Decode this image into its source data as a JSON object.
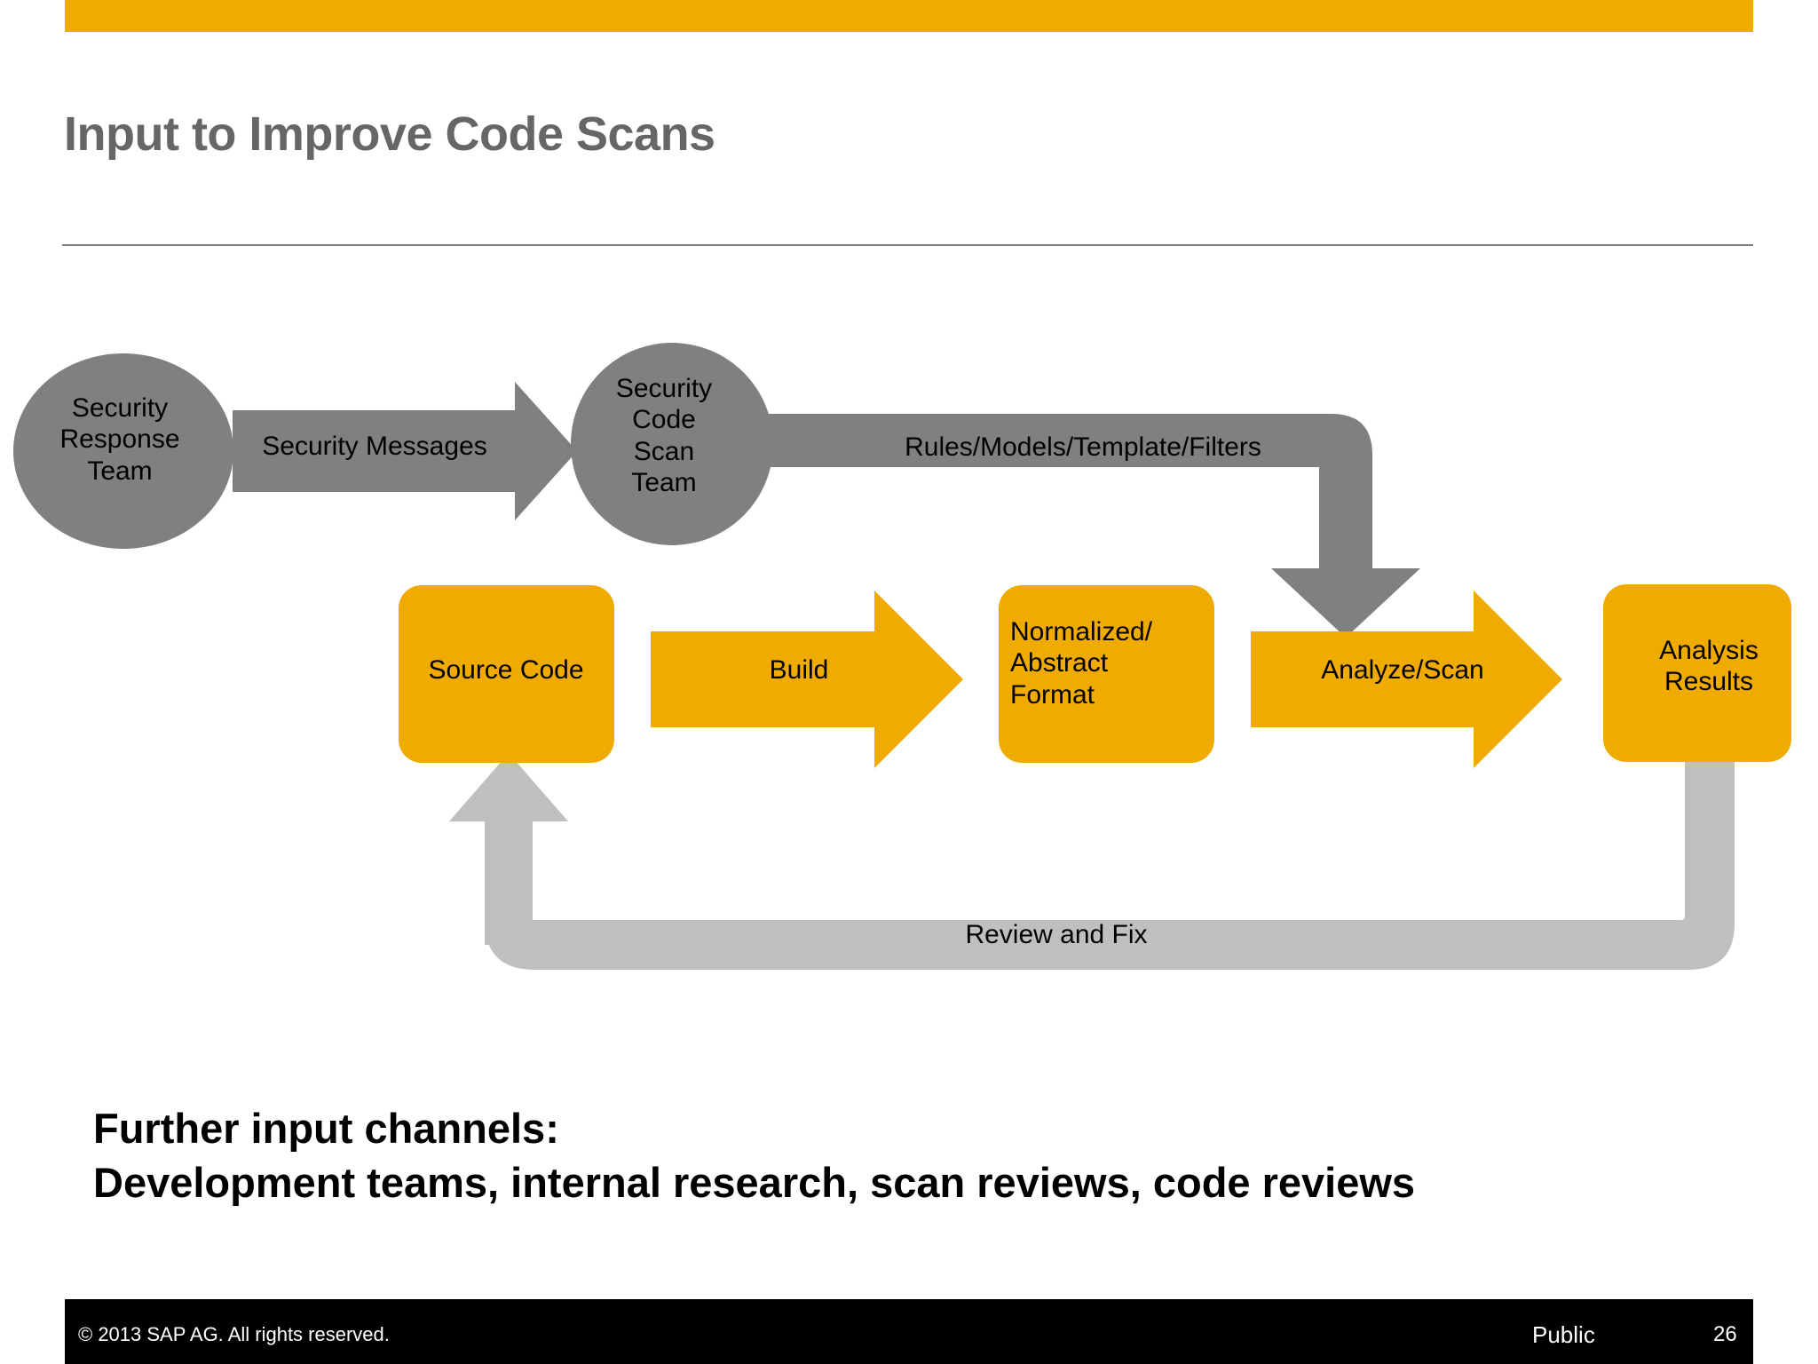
{
  "slide": {
    "title": "Input to Improve Code Scans",
    "accent_color": "#F0AB00",
    "title_color": "#666666",
    "gray_color": "#808080",
    "light_gray_color": "#BFBFBF"
  },
  "diagram": {
    "nodes": {
      "security_response_team": "Security\nResponse\nTeam",
      "security_code_scan_team": "Security\nCode\nScan\nTeam",
      "source_code": "Source Code",
      "normalized_abstract_format": "Normalized/\nAbstract\nFormat",
      "analysis_results": "Analysis\nResults"
    },
    "arrows": {
      "security_messages": "Security Messages",
      "rules_models_template_filters": "Rules/Models/Template/Filters",
      "build": "Build",
      "analyze_scan": "Analyze/Scan",
      "review_and_fix": "Review and Fix"
    }
  },
  "further_input": {
    "heading": "Further input channels:",
    "body": "Development teams, internal research, scan reviews, code reviews"
  },
  "footer": {
    "copyright": "©  2013 SAP AG. All rights reserved.",
    "classification": "Public",
    "page_number": "26"
  }
}
